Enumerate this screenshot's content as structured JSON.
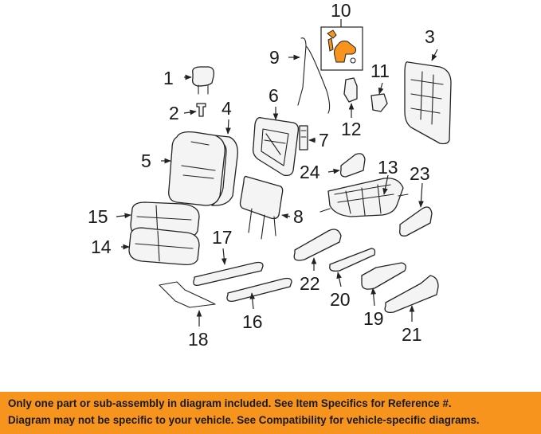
{
  "callouts": {
    "c1": "1",
    "c2": "2",
    "c3": "3",
    "c4": "4",
    "c5": "5",
    "c6": "6",
    "c7": "7",
    "c8": "8",
    "c9": "9",
    "c10": "10",
    "c11": "11",
    "c12": "12",
    "c13": "13",
    "c14": "14",
    "c15": "15",
    "c16": "16",
    "c17": "17",
    "c18": "18",
    "c19": "19",
    "c20": "20",
    "c21": "21",
    "c22": "22",
    "c23": "23",
    "c24": "24"
  },
  "highlight_color": "#f7941d",
  "footer": {
    "line1": "Only one part or sub-assembly in diagram included. See Item Specifics for Reference #.",
    "line2": "Diagram may not be specific to your vehicle. See Compatibility for vehicle-specific diagrams."
  }
}
